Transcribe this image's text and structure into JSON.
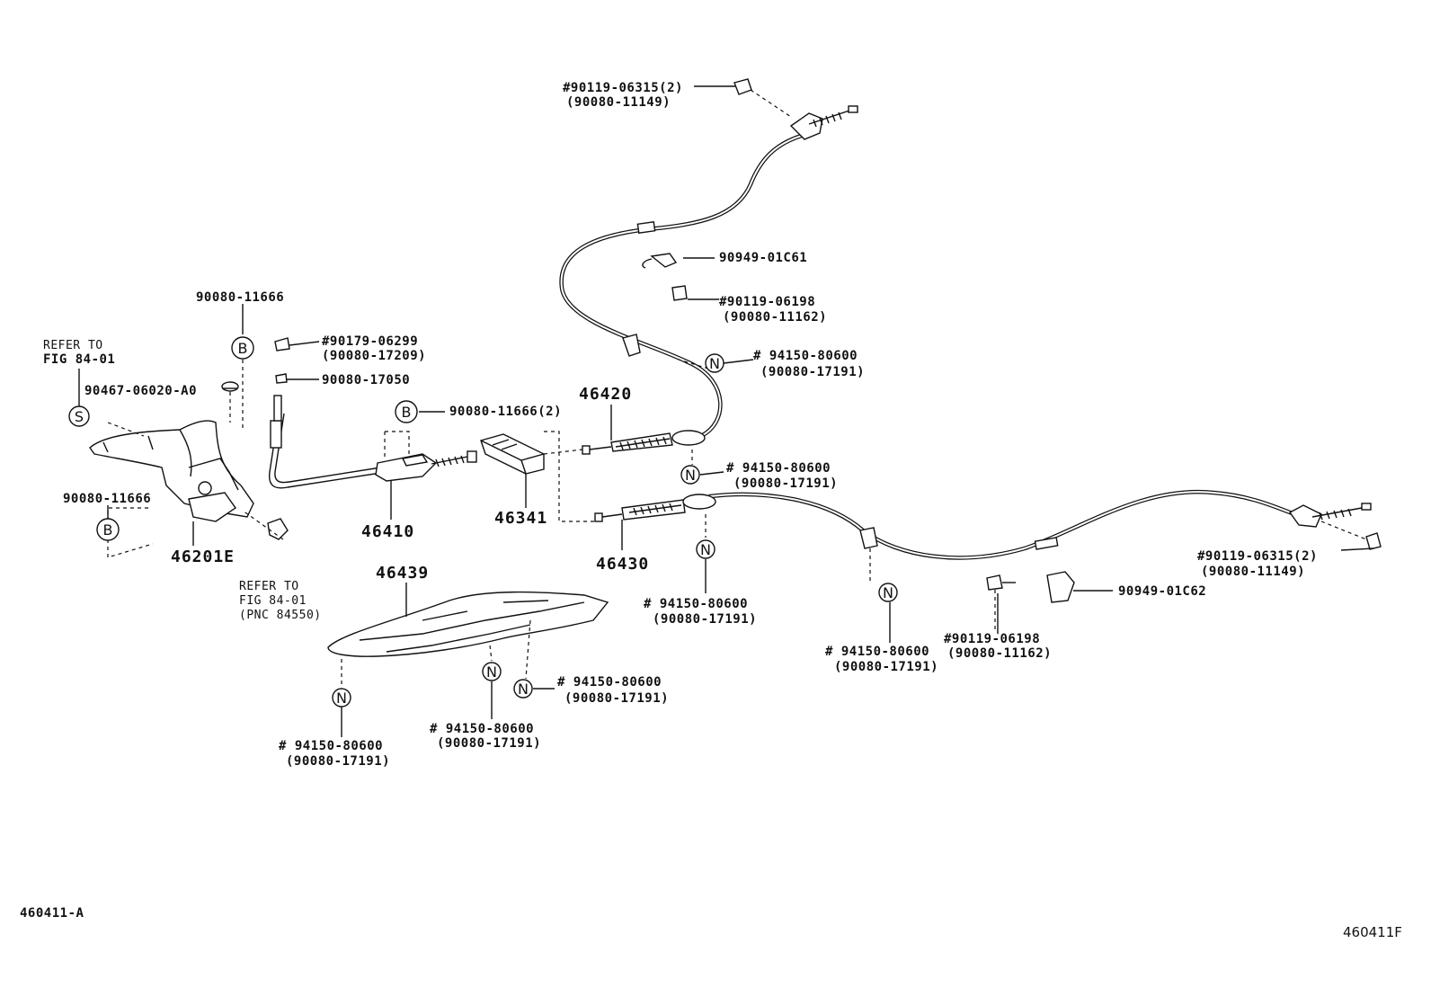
{
  "part_numbers": {
    "p46420": "46420",
    "p46410": "46410",
    "p46341": "46341",
    "p46430": "46430",
    "p46201E": "46201E",
    "p46439": "46439",
    "p90080_11666_top": "90080-11666",
    "p90080_11666_left": "90080-11666",
    "p90080_11666_2": "90080-11666(2)",
    "p90080_17050": "90080-17050",
    "p90467": "90467-06020-A0",
    "p90949_01C61": "90949-01C61",
    "p90949_01C62": "90949-01C62"
  },
  "labels_two_line": {
    "bolt_top": [
      "#90119-06315(2)",
      "(90080-11149)"
    ],
    "bolt_right": [
      "#90119-06315(2)",
      "(90080-11149)"
    ],
    "bolt_mid_top": [
      "#90119-06198",
      "(90080-11162)"
    ],
    "bolt_mid_right": [
      "#90119-06198",
      "(90080-11162)"
    ],
    "nut_top": [
      "#90179-06299",
      "(90080-17209)"
    ],
    "clamp_1": [
      "# 94150-80600",
      "(90080-17191)"
    ],
    "clamp_2": [
      "# 94150-80600",
      "(90080-17191)"
    ],
    "clamp_3": [
      "# 94150-80600",
      "(90080-17191)"
    ],
    "clamp_4": [
      "# 94150-80600",
      "(90080-17191)"
    ],
    "clamp_5": [
      "# 94150-80600",
      "(90080-17191)"
    ],
    "clamp_6": [
      "# 94150-80600",
      "(90080-17191)"
    ],
    "clamp_7": [
      "# 94150-80600",
      "(90080-17191)"
    ]
  },
  "refer": {
    "top_left": [
      "REFER TO",
      "FIG 84-01"
    ],
    "bottom": [
      "REFER TO",
      "FIG 84-01",
      "(PNC 84550)"
    ]
  },
  "symbols": {
    "B": "B",
    "N": "N",
    "S": "S"
  },
  "codes": {
    "left": "460411-A",
    "right": "460411F"
  }
}
